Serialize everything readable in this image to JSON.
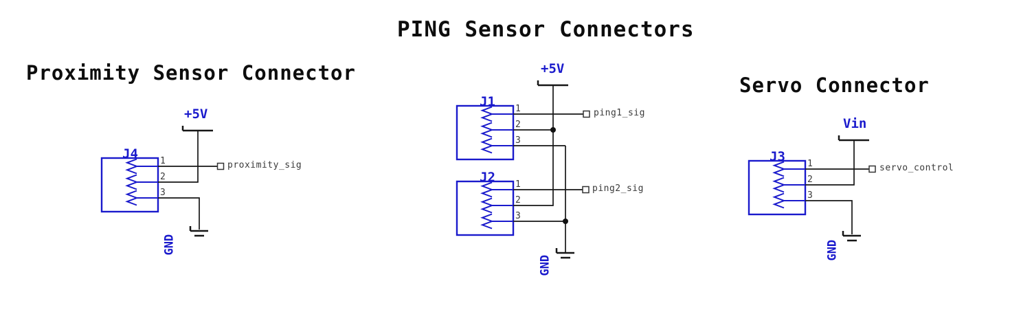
{
  "title": "PING Sensor Connectors",
  "sections": {
    "proximity": {
      "heading": "Proximity Sensor Connector",
      "refdes": "J4",
      "power_net": "+5V",
      "ground_net": "GND",
      "signal": "proximity_sig",
      "pins": [
        "1",
        "2",
        "3"
      ]
    },
    "ping": {
      "power_net": "+5V",
      "ground_net": "GND",
      "connector1": {
        "refdes": "J1",
        "signal": "ping1_sig",
        "pins": [
          "1",
          "2",
          "3"
        ]
      },
      "connector2": {
        "refdes": "J2",
        "signal": "ping2_sig",
        "pins": [
          "1",
          "2",
          "3"
        ]
      }
    },
    "servo": {
      "heading": "Servo Connector",
      "refdes": "J3",
      "power_net": "Vin",
      "ground_net": "GND",
      "signal": "servo_control",
      "pins": [
        "1",
        "2",
        "3"
      ]
    }
  },
  "colors": {
    "symbol_blue": "#1a1acc",
    "wire_black": "#161616",
    "annotation_gray": "#3a3a3a"
  }
}
